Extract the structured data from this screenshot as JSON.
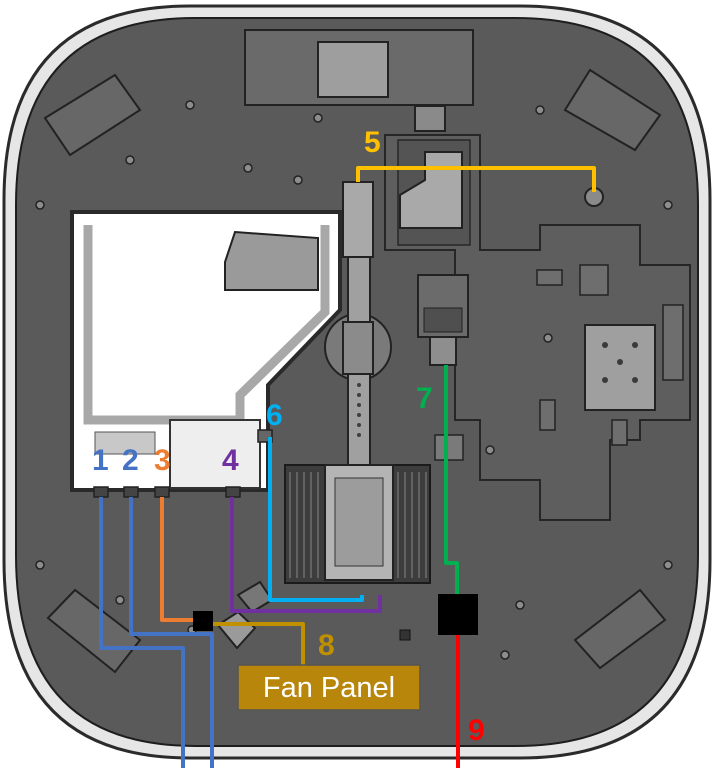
{
  "labels": {
    "l1": "1",
    "l2": "2",
    "l3": "3",
    "l4": "4",
    "l5": "5",
    "l6": "6",
    "l7": "7",
    "l8": "8",
    "l9": "9"
  },
  "fan_panel": "Fan Panel",
  "colors": {
    "cable_1": "#4472c4",
    "cable_2": "#4472c4",
    "cable_3": "#ed7d31",
    "cable_4": "#7030a0",
    "cable_5": "#ffc000",
    "cable_6": "#00b0f0",
    "cable_7": "#00b050",
    "cable_8": "#bf9000",
    "cable_9": "#ff0000",
    "fan_panel_fill": "#b8860b"
  }
}
